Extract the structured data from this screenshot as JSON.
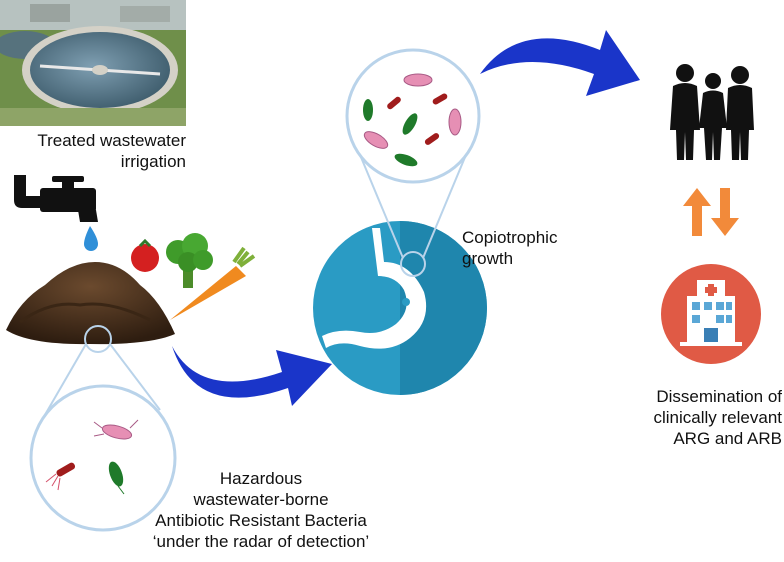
{
  "labels": {
    "treated": [
      "Treated wastewater",
      "irrigation"
    ],
    "copiotrophic": [
      "Copiotrophic",
      "growth"
    ],
    "hazardous": [
      "Hazardous",
      "wastewater-borne",
      "Antibiotic Resistant Bacteria",
      "‘under the radar of detection’"
    ],
    "dissemination": [
      "Dissemination of",
      "clinically relevant",
      "ARG and ARB"
    ]
  },
  "icons": [
    "wastewater-plant-photo",
    "faucet-icon",
    "water-drop-icon",
    "soil-pile-icon",
    "vegetables-icon",
    "bacteria-icon",
    "stomach-icon",
    "people-icon",
    "hospital-icon",
    "bidirectional-arrow-icon",
    "flow-arrow-icon"
  ],
  "colors": {
    "arrow_blue": "#1a35c9",
    "stomach_teal": "#2a9bc4",
    "hospital_red": "#e05a45",
    "updown_orange": "#f28a3a",
    "zoom_circle": "#b9d3ea"
  }
}
